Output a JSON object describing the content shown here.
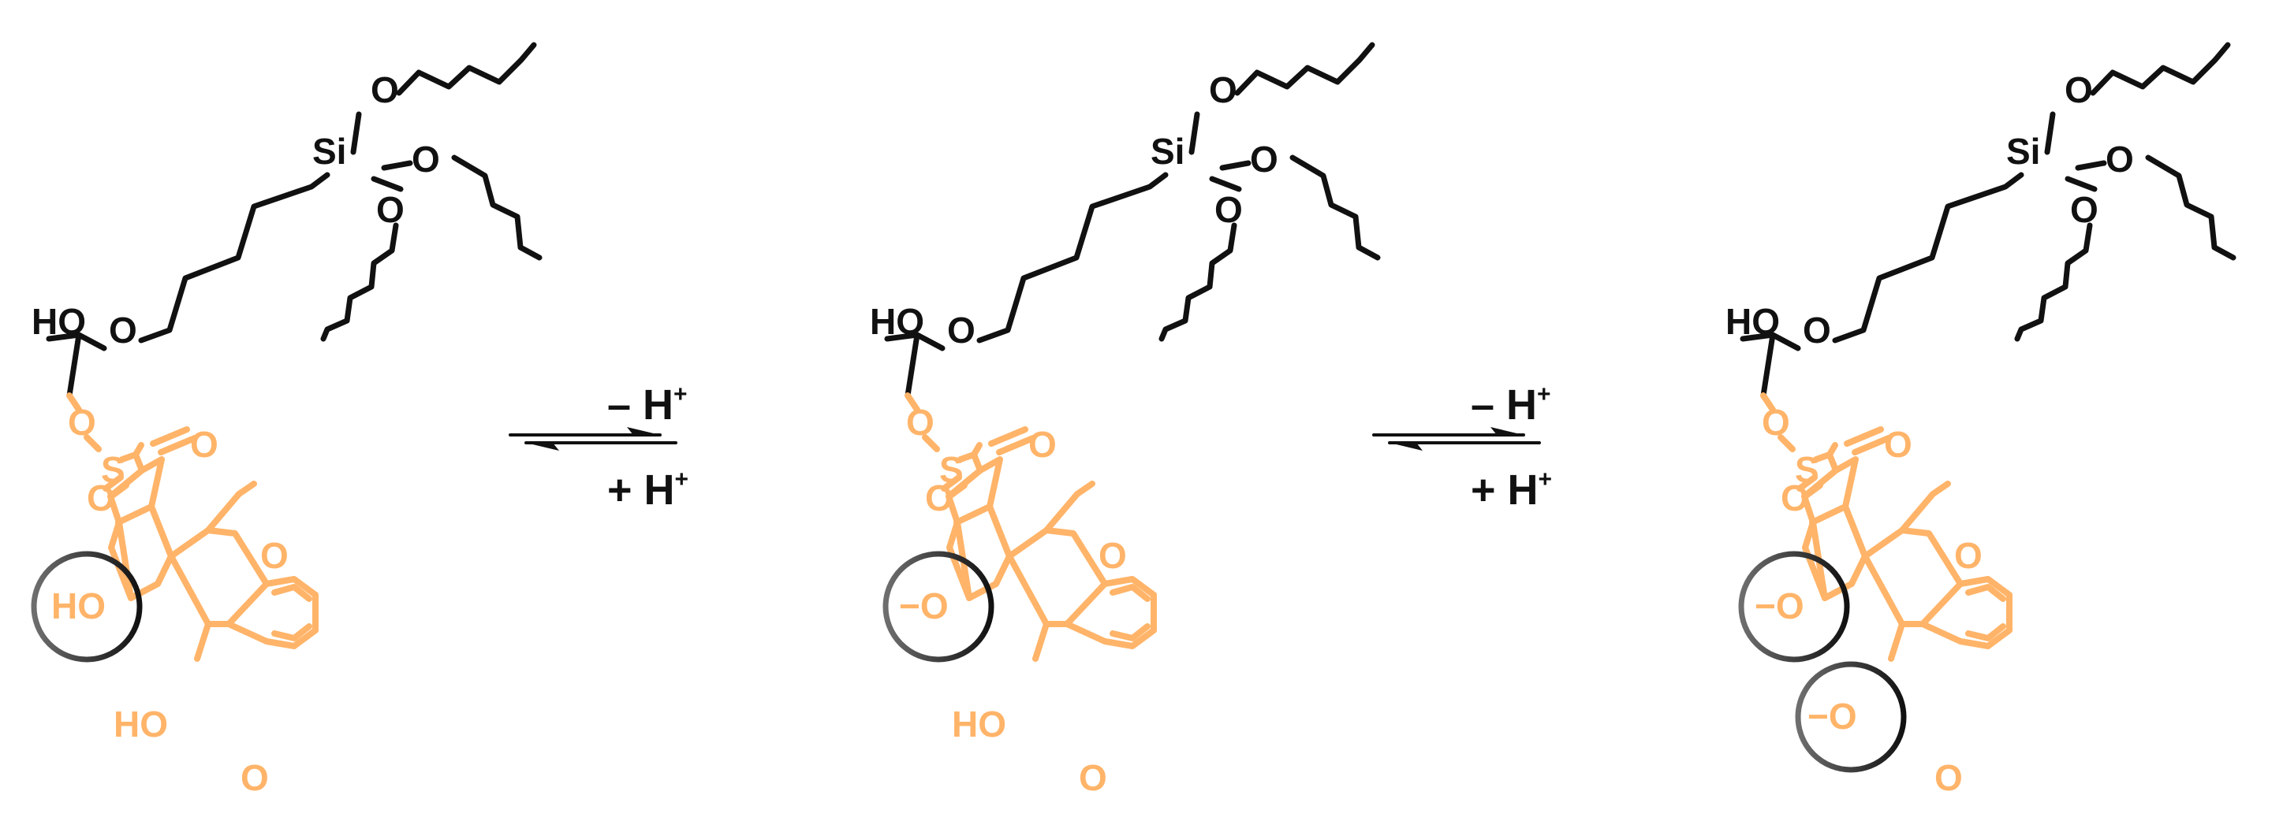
{
  "colors": {
    "linker": "#111111",
    "dye": "#ffb469",
    "highlight": [
      "#6e6e6e",
      "#111111"
    ]
  },
  "labels": {
    "si": "Si",
    "o": "O",
    "s": "S",
    "ho": "HO",
    "o_minus_charge": "−",
    "deprotonate": "– H",
    "protonate": "+ H",
    "proton_charge": "+"
  },
  "structures": [
    {
      "phenol_top": "HO",
      "phenol_bottom": "HO",
      "highlighted": [
        "HO"
      ]
    },
    {
      "phenol_top": "−O",
      "phenol_bottom": "HO",
      "highlighted": [
        "−O"
      ]
    },
    {
      "phenol_top": "−O",
      "phenol_bottom": "−O",
      "highlighted": [
        "−O",
        "−O"
      ]
    }
  ],
  "equilibria": [
    {
      "forward": "– H+",
      "reverse": "+ H+"
    },
    {
      "forward": "– H+",
      "reverse": "+ H+"
    }
  ]
}
